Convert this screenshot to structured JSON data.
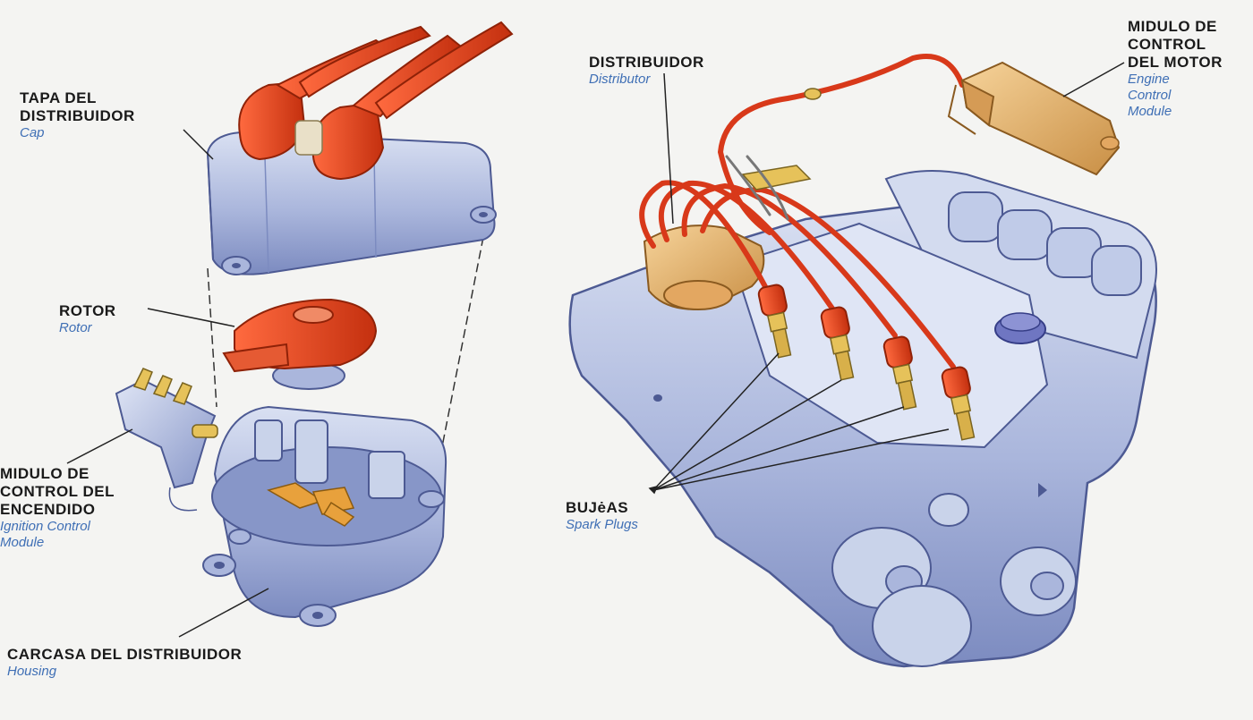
{
  "colors": {
    "background": "#f4f4f2",
    "label_es": "#1a1a1a",
    "label_en": "#3f6fb5",
    "metal_light": "#c9d3ea",
    "metal_mid": "#9aa8d2",
    "metal_dark": "#6c7bb4",
    "wire_red": "#e0411e",
    "wire_dark": "#a82a10",
    "module_tan": "#e8b872",
    "plug_yellow": "#e6c25a"
  },
  "labels": {
    "cap": {
      "es": "TAPA DEL\nDISTRIBUIDOR",
      "en": "Cap"
    },
    "rotor": {
      "es": "ROTOR",
      "en": "Rotor"
    },
    "ignition": {
      "es": "MIDULO DE\nCONTROL DEL\nENCENDIDO",
      "en": "Ignition Control\nModule"
    },
    "housing": {
      "es": "CARCASA DEL DISTRIBUIDOR",
      "en": "Housing"
    },
    "distributor": {
      "es": "DISTRIBUIDOR",
      "en": "Distributor"
    },
    "engine_module": {
      "es": "MIDULO DE\nCONTROL\nDEL MOTOR",
      "en": "Engine\nControl\nModule"
    },
    "spark_plugs": {
      "es": "BUJėAS",
      "en": "Spark  Plugs"
    }
  }
}
